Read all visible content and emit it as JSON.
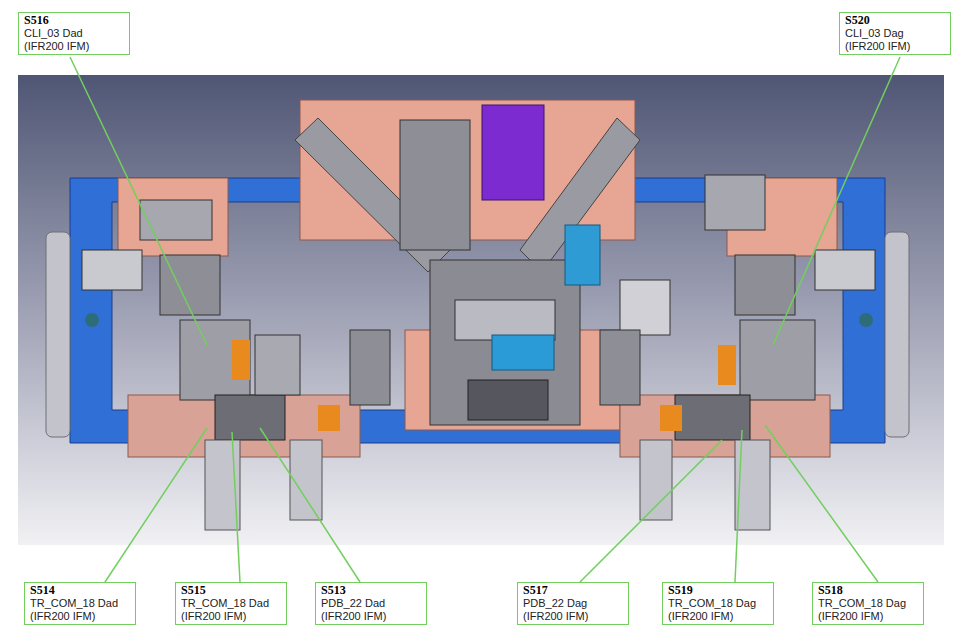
{
  "diagram": {
    "nodes": [
      {
        "text": [
          "S516",
          "CLI_03 Dad (IFR200 IFM)"
        ]
      },
      {
        "text": [
          "S520",
          "CLI_03 Dag (IFR200 IFM)"
        ]
      },
      {
        "text": [
          "S514",
          "TR_COM_18 Dad (IFR200 IFM)"
        ]
      },
      {
        "text": [
          "S515",
          "TR_COM_18 Dad (IFR200 IFM)"
        ]
      },
      {
        "text": [
          "S513",
          "PDB_22 Dad (IFR200 IFM)"
        ]
      },
      {
        "text": [
          "S517",
          "PDB_22 Dag (IFR200 IFM)"
        ]
      },
      {
        "text": [
          "S519",
          "TR_COM_18 Dag (IFR200 IFM)"
        ]
      },
      {
        "text": [
          "S518",
          "TR_COM_18 Dag (IFR200 IFM)"
        ]
      }
    ]
  }
}
